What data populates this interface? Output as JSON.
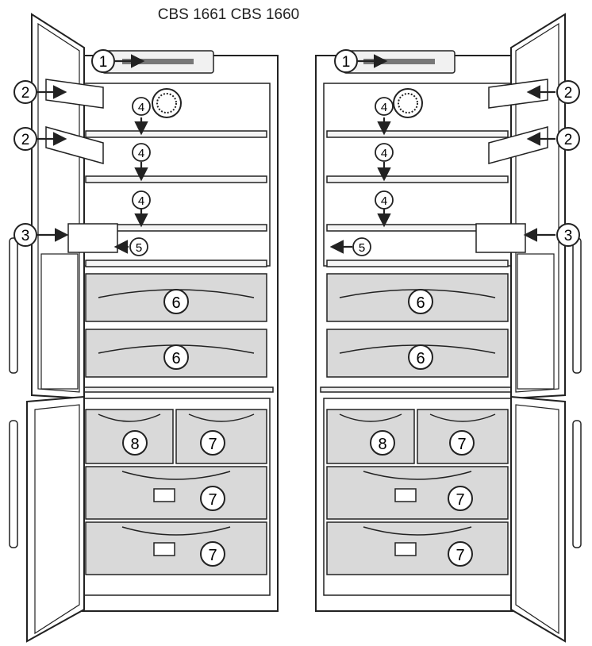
{
  "title": "CBS 1661 CBS 1660",
  "callouts": {
    "c1": "1",
    "c2": "2",
    "c3": "3",
    "c4": "4",
    "c5": "5",
    "c6": "6",
    "c7": "7",
    "c8": "8"
  },
  "colors": {
    "line": "#222222",
    "drawer": "#d9d9d9",
    "interior": "#ffffff",
    "background": "#ffffff"
  }
}
